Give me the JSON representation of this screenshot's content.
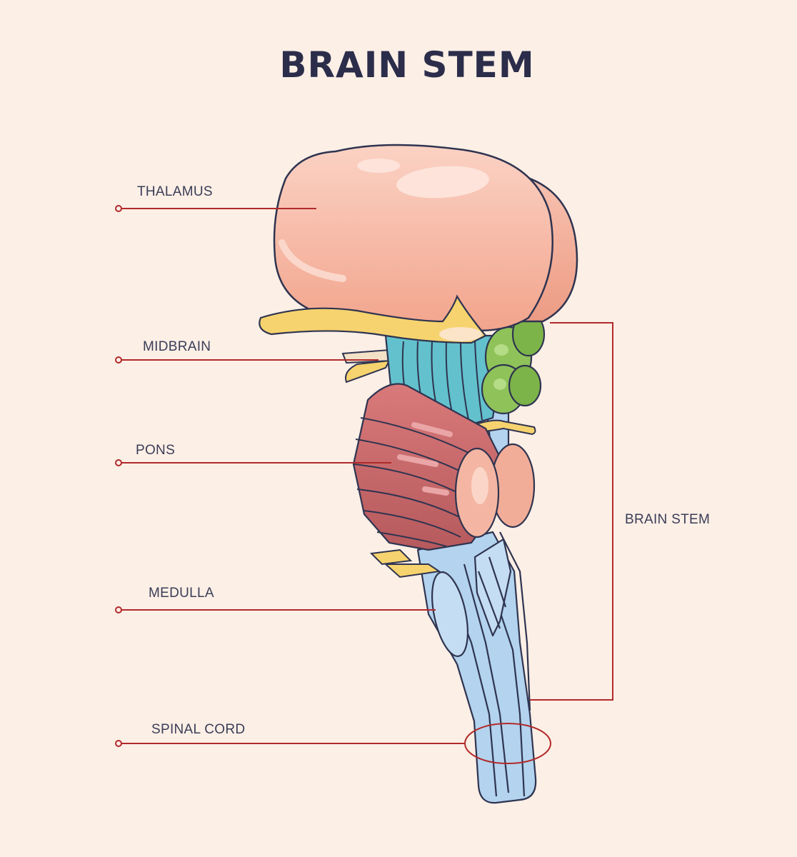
{
  "title": "BRAIN STEM",
  "labels": {
    "thalamus": "THALAMUS",
    "midbrain": "MIDBRAIN",
    "pons": "PONS",
    "medulla": "MEDULLA",
    "spinal_cord": "SPINAL CORD",
    "brain_stem_bracket": "BRAIN STEM"
  },
  "colors": {
    "background": "#fcefe6",
    "leader_line": "#b22a2a",
    "title": "#2b2d4a",
    "thalamus": "#f7b9a4",
    "midbrain": "#5bbcc7",
    "pons": "#c9686a",
    "medulla": "#a9cdea",
    "green_body": "#8fc35a",
    "nerves": "#f6d36e"
  }
}
